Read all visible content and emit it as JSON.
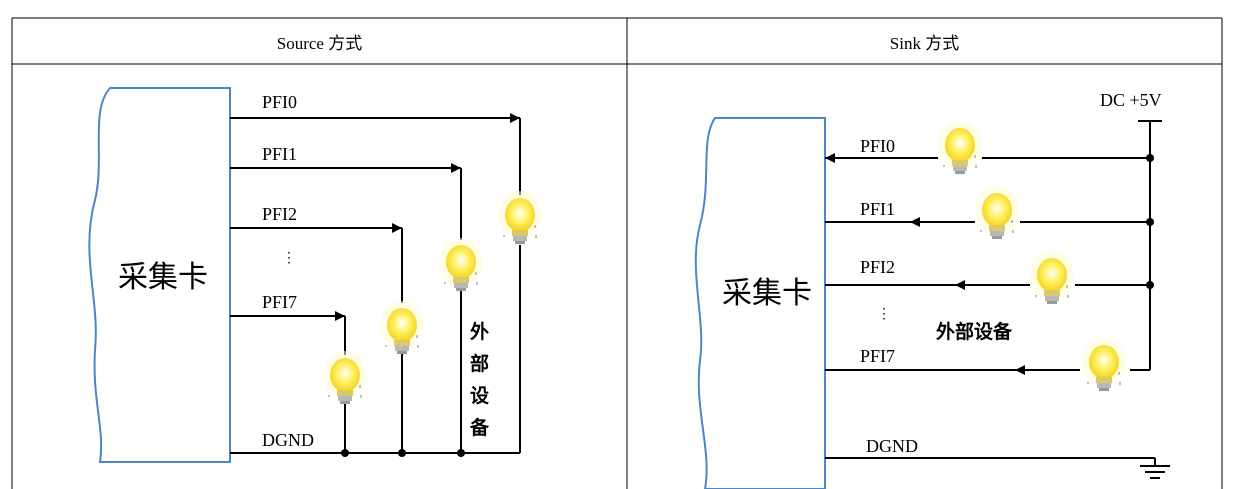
{
  "table": {
    "left_header": "Source 方式",
    "right_header": "Sink 方式"
  },
  "source": {
    "card_label": "采集卡",
    "pfi0": "PFI0",
    "pfi1": "PFI1",
    "pfi2": "PFI2",
    "dots": "⋮",
    "pfi7": "PFI7",
    "dgnd": "DGND",
    "external": [
      "外",
      "部",
      "设",
      "备"
    ]
  },
  "sink": {
    "card_label": "采集卡",
    "supply": "DC +5V",
    "pfi0": "PFI0",
    "pfi1": "PFI1",
    "pfi2": "PFI2",
    "dots": "⋮",
    "pfi7": "PFI7",
    "dgnd": "DGND",
    "external": "外部设备"
  },
  "colors": {
    "card_outline": "#4a86c8",
    "bulb_glass": "#fff36a",
    "bulb_glow": "#fffbd0",
    "bulb_base": "#b8b8b8"
  }
}
